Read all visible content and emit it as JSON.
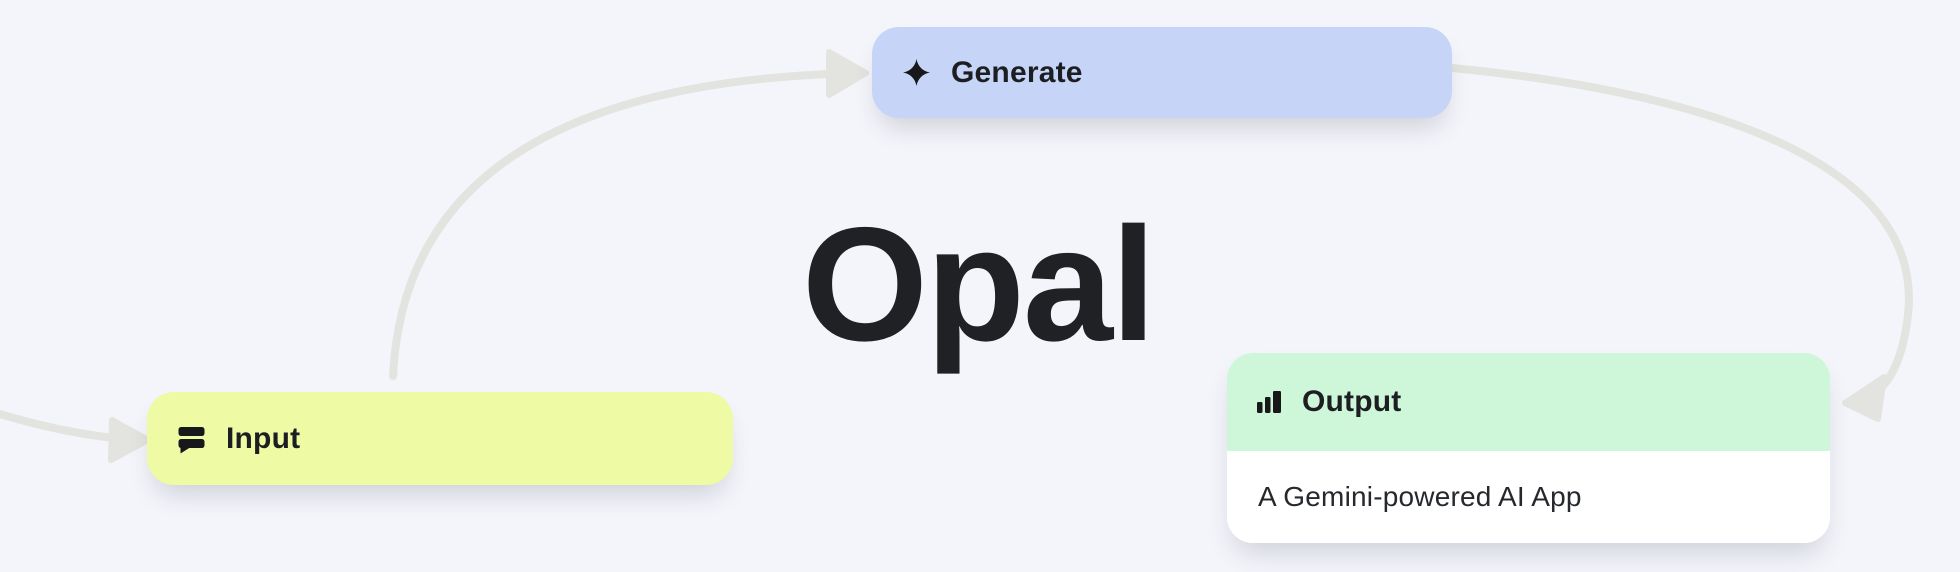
{
  "colors": {
    "page-bg": "#f4f5fa",
    "arrow": "#e3e3df",
    "generate-bg": "#c6d4f7",
    "input-bg": "#eefba4",
    "output-header-bg": "#cef6d9",
    "output-body-bg": "#ffffff",
    "ink": "#1c1e21",
    "title-ink": "#202124"
  },
  "title": {
    "text": "Opal"
  },
  "nodes": {
    "generate": {
      "label": "Generate",
      "icon": "sparkle-icon"
    },
    "input": {
      "label": "Input",
      "icon": "text-lines-icon"
    },
    "output": {
      "label": "Output",
      "icon": "bar-chart-icon",
      "description": "A Gemini-powered AI App"
    }
  }
}
